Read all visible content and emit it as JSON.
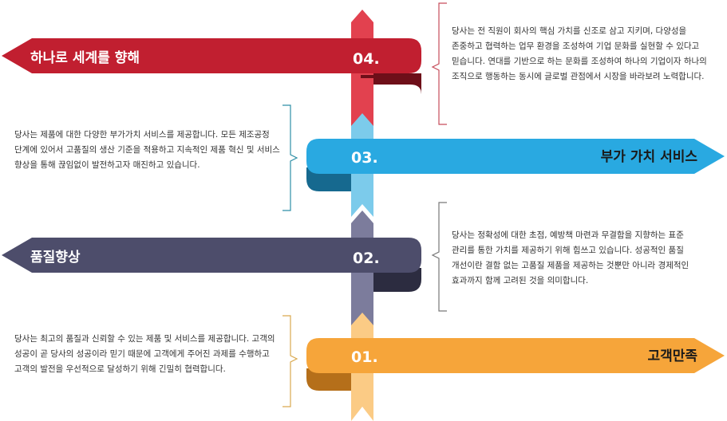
{
  "steps": [
    {
      "number": "01.",
      "title": "고객만족",
      "description": "당사는 최고의 품질과 신뢰할 수 있는 제품 및 서비스를 제공합니다. 고객의 성공이 곧 당사의 성공이라 믿기 때문에 고객에게 주어진 과제를 수행하고 고객의 발전을 우선적으로 달성하기 위해 긴밀히 협력합니다.",
      "color": "#F6A53A",
      "dark_color": "#B56F1A",
      "pole_color": "#FBCB85"
    },
    {
      "number": "02.",
      "title": "품질향상",
      "description": "당사는 정확성에 대한 초점, 예방책 마련과 무결함을 지향하는 표준 관리를 통한 가치를 제공하기 위해 힘쓰고 있습니다. 성공적인 품질 개선이란 결함 없는 고품질 제품을 제공하는 것뿐만 아니라 경제적인 효과까지 함께 고려된 것을 의미합니다.",
      "color": "#4D4D6B",
      "dark_color": "#2C2C40",
      "pole_color": "#7C7C9C"
    },
    {
      "number": "03.",
      "title": "부가 가치 서비스",
      "description": "당사는 제품에 대한 다양한 부가가치 서비스를 제공합니다. 모든 제조공정 단계에 있어서 고품질의 생산 기준을 적용하고 지속적인 제품 혁신 및 서비스 향상을 통해 끊임없이 발전하고자 매진하고 있습니다.",
      "color": "#29A9E1",
      "dark_color": "#16698F",
      "pole_color": "#7CCBEB"
    },
    {
      "number": "04.",
      "title": "하나로 세계를 향해",
      "description": "당사는 전 직원이 회사의 핵심 가치를  신조로 삼고 지키며, 다양성을 존중하고 협력하는 업무 환경을 조성하여 기업 문화를 실현할 수 있다고 믿습니다. 연대를 기반으로 하는 문화를 조성하여 하나의 기업이자 하나의 조직으로 행동하는 동시에 글로벌 관점에서 시장을 바라보려 노력합니다.",
      "color": "#C11F30",
      "dark_color": "#6E0F19",
      "pole_color": "#E2414F"
    }
  ],
  "bracket_colors": [
    "#D9A94F",
    "#777777",
    "#2E8FA6",
    "#C64C5A"
  ]
}
